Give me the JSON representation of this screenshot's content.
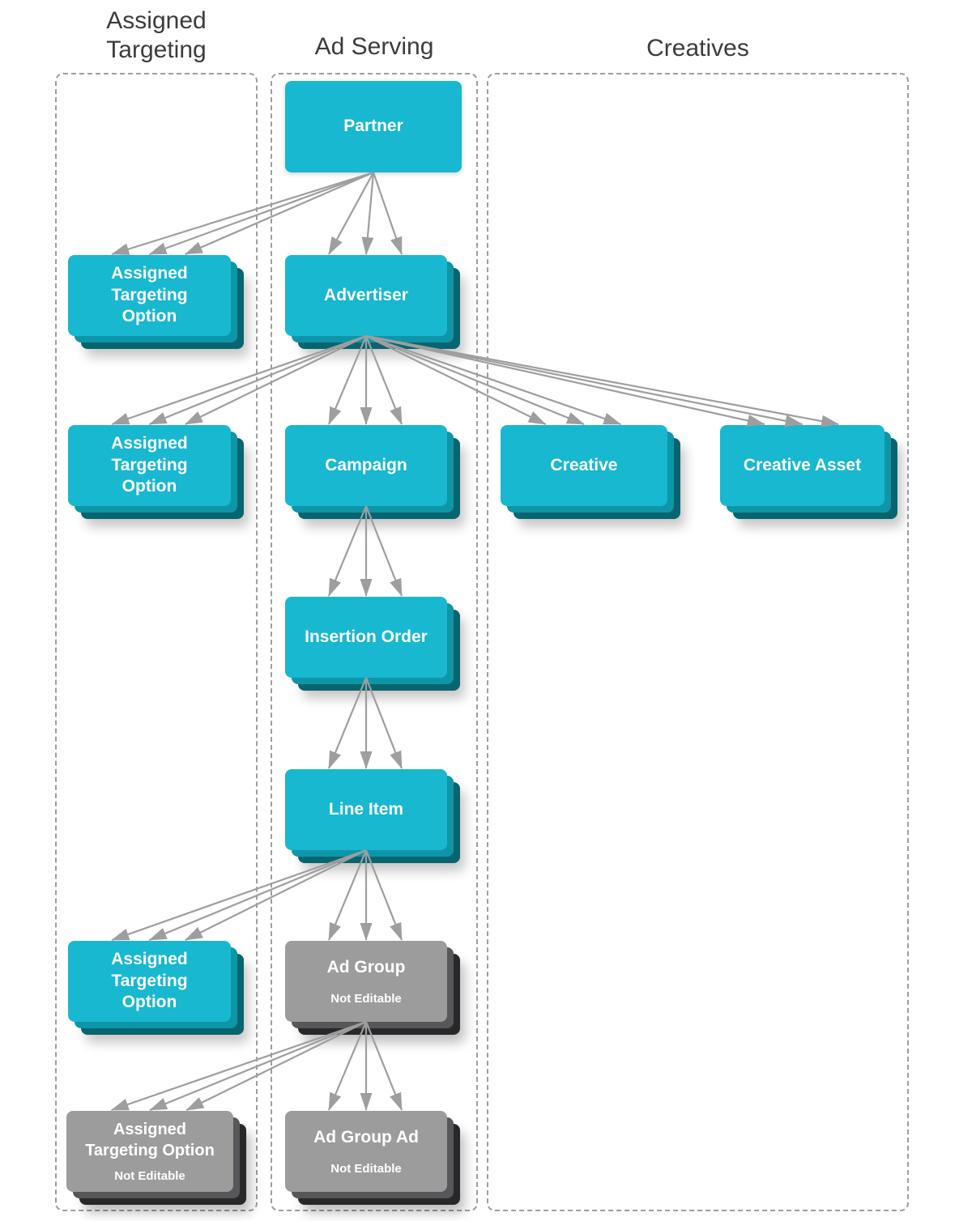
{
  "columns": [
    {
      "title": "Assigned Targeting"
    },
    {
      "title": "Ad Serving"
    },
    {
      "title": "Creatives"
    }
  ],
  "nodes": {
    "partner": {
      "label": "Partner"
    },
    "ato1": {
      "label": "Assigned Targeting Option"
    },
    "advertiser": {
      "label": "Advertiser"
    },
    "ato2": {
      "label": "Assigned Targeting Option"
    },
    "campaign": {
      "label": "Campaign"
    },
    "creative": {
      "label": "Creative"
    },
    "creative_asset": {
      "label": "Creative Asset"
    },
    "insertion_order": {
      "label": "Insertion Order"
    },
    "line_item": {
      "label": "Line Item"
    },
    "ato3": {
      "label": "Assigned Targeting Option"
    },
    "ad_group": {
      "label": "Ad Group",
      "sublabel": "Not Editable"
    },
    "ato4": {
      "label": "Assigned Targeting Option",
      "sublabel": "Not Editable"
    },
    "ad_group_ad": {
      "label": "Ad Group Ad",
      "sublabel": "Not Editable"
    }
  },
  "edges": [
    {
      "from": "partner",
      "to": "ato1"
    },
    {
      "from": "partner",
      "to": "advertiser"
    },
    {
      "from": "advertiser",
      "to": "ato2"
    },
    {
      "from": "advertiser",
      "to": "campaign"
    },
    {
      "from": "advertiser",
      "to": "creative"
    },
    {
      "from": "advertiser",
      "to": "creative_asset"
    },
    {
      "from": "campaign",
      "to": "insertion_order"
    },
    {
      "from": "insertion_order",
      "to": "line_item"
    },
    {
      "from": "line_item",
      "to": "ato3"
    },
    {
      "from": "line_item",
      "to": "ad_group"
    },
    {
      "from": "ad_group",
      "to": "ato4"
    },
    {
      "from": "ad_group",
      "to": "ad_group_ad"
    }
  ],
  "edge_style": {
    "strands": 3,
    "strand_fractions": [
      0.27,
      0.5,
      0.72
    ]
  },
  "colors": {
    "teal": "#17b8d0",
    "teal_mid": "#0e96a8",
    "teal_dark": "#086570",
    "gray": "#9c9c9c",
    "gray_mid": "#57575a",
    "gray_dark": "#28282a",
    "arrow": "#9e9e9e",
    "container_border": "#9e9e9e",
    "header_text": "#3c3c3c",
    "node_text": "#ffffff",
    "background": "#ffffff"
  }
}
